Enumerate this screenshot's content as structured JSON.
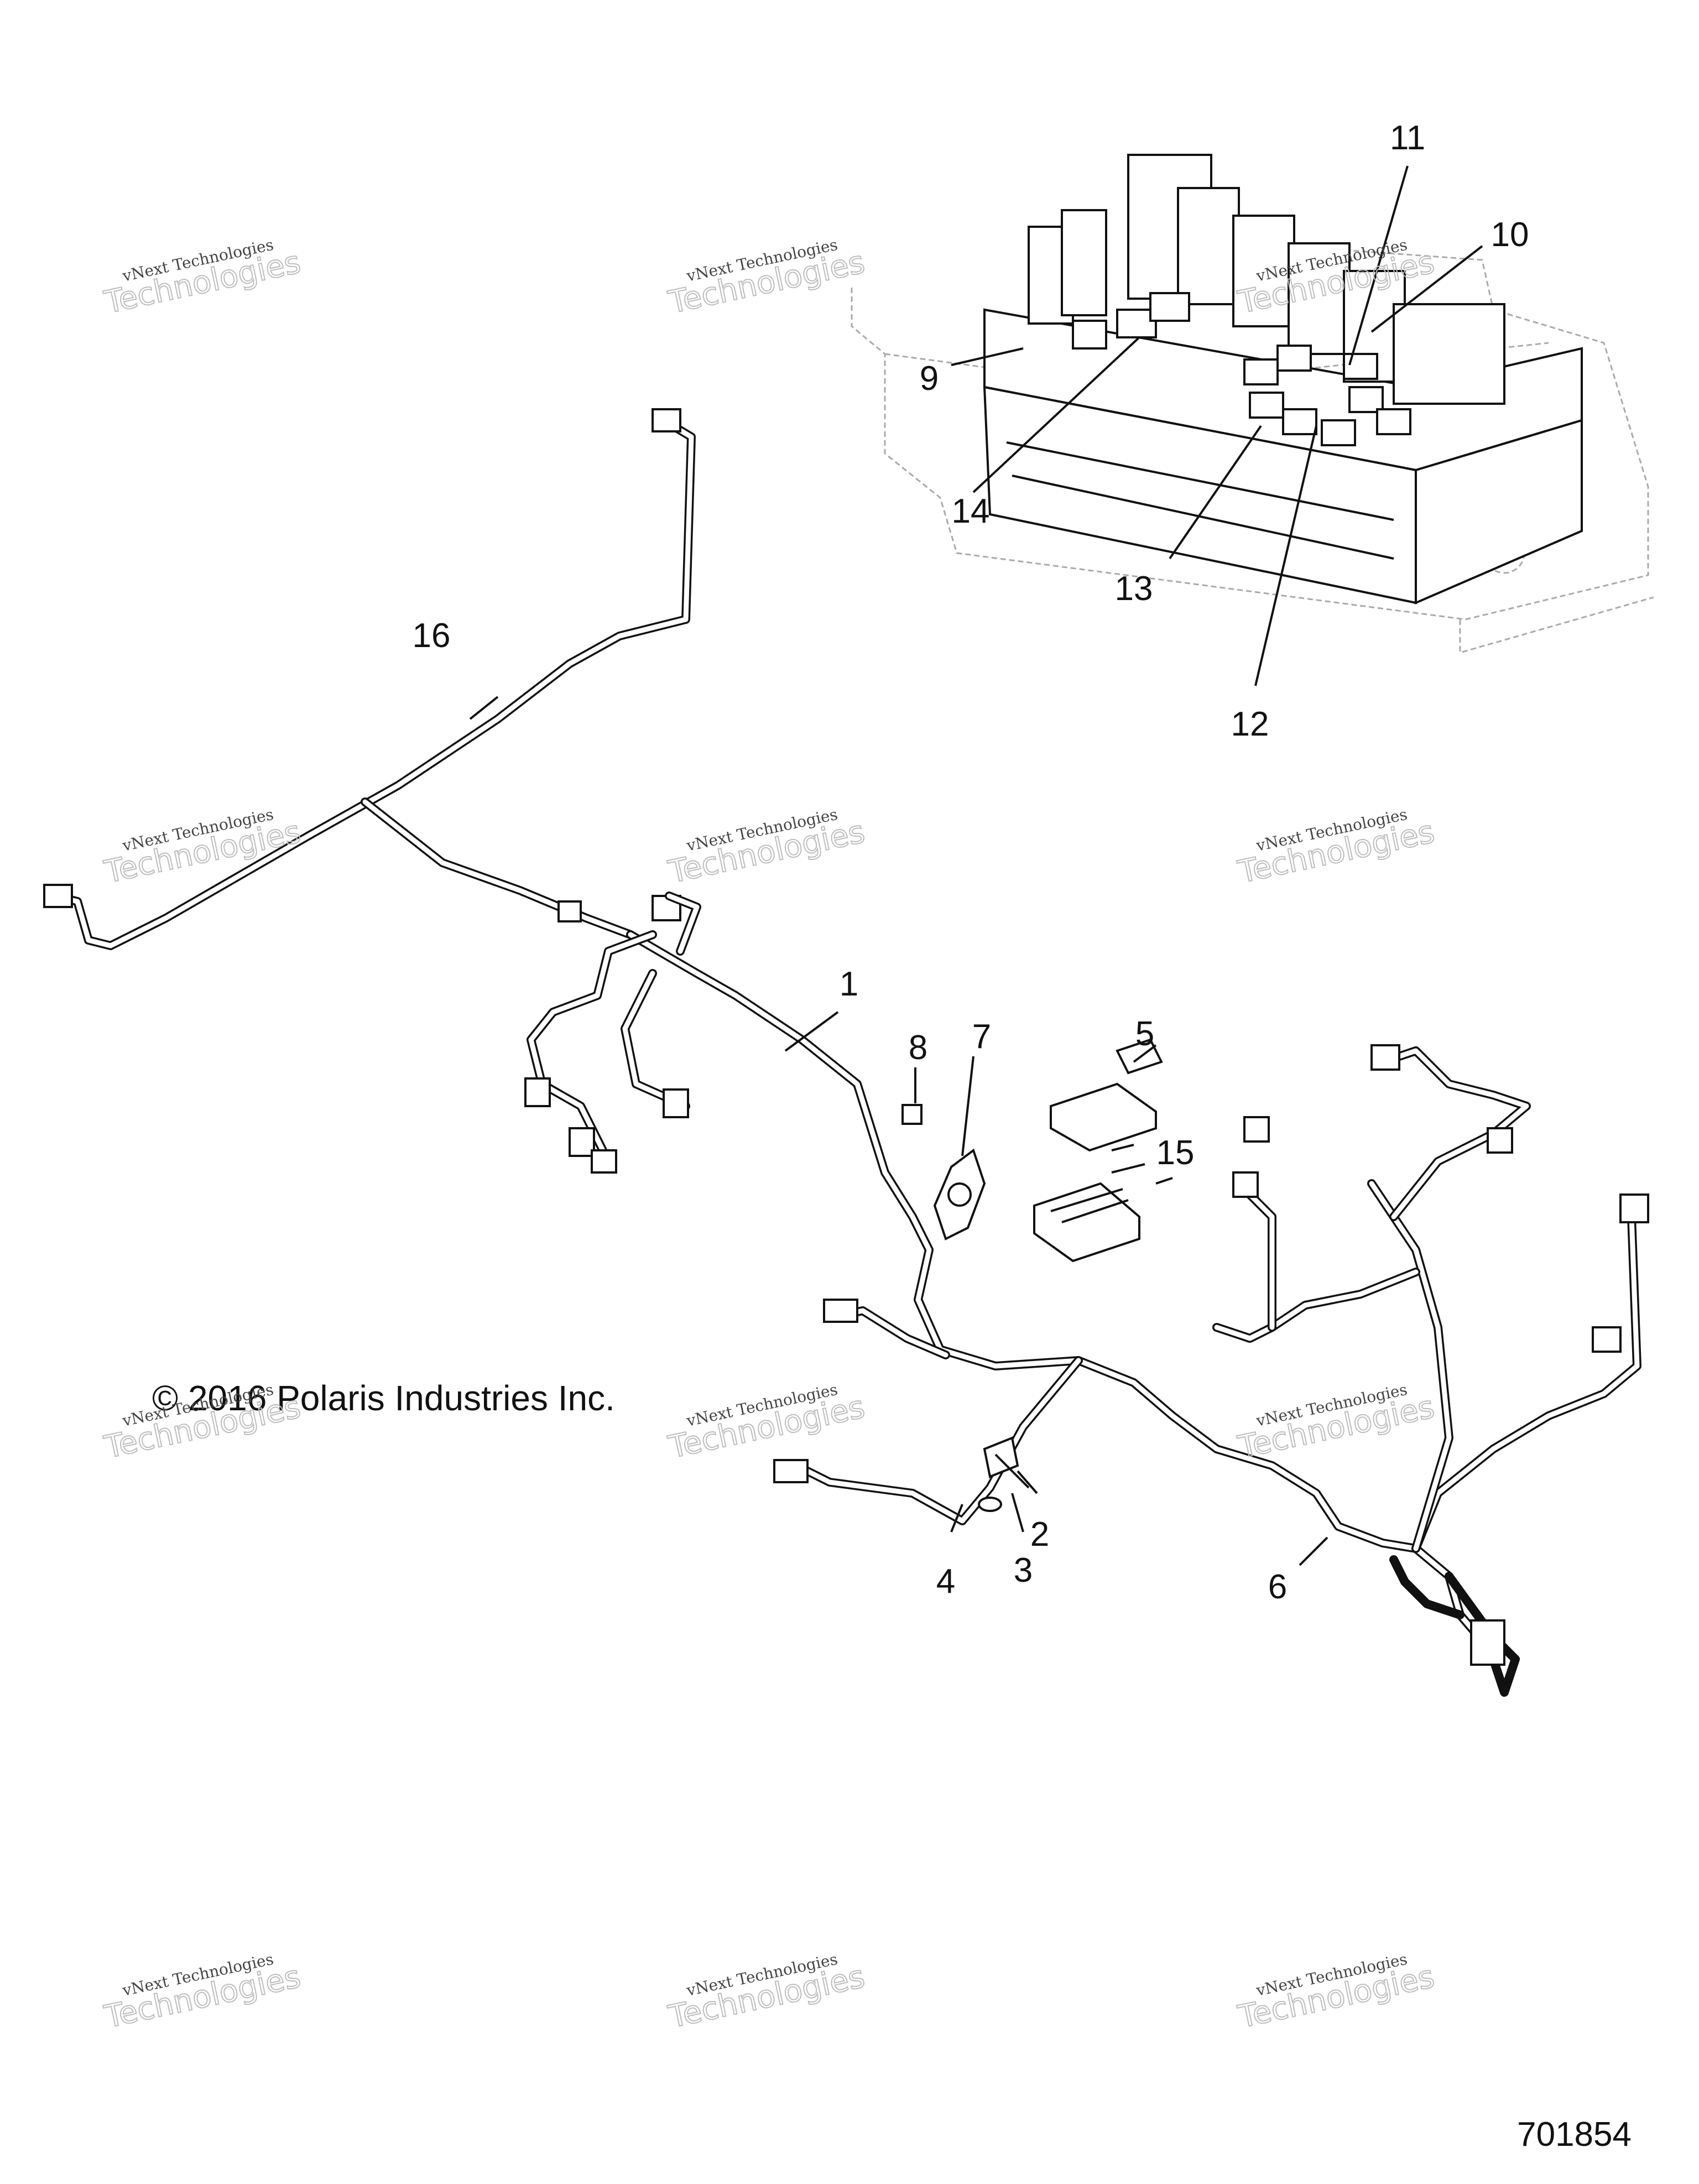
{
  "callouts": {
    "c1": "1",
    "c2": "2",
    "c3": "3",
    "c4": "4",
    "c5": "5",
    "c6": "6",
    "c7": "7",
    "c8": "8",
    "c9": "9",
    "c10": "10",
    "c11": "11",
    "c12": "12",
    "c13": "13",
    "c14": "14",
    "c15": "15",
    "c16": "16"
  },
  "copyright": "© 2016 Polaris Industries Inc.",
  "part_number": "701854",
  "watermark": {
    "line1": "vNext Technologies",
    "line2": "Technologies"
  }
}
